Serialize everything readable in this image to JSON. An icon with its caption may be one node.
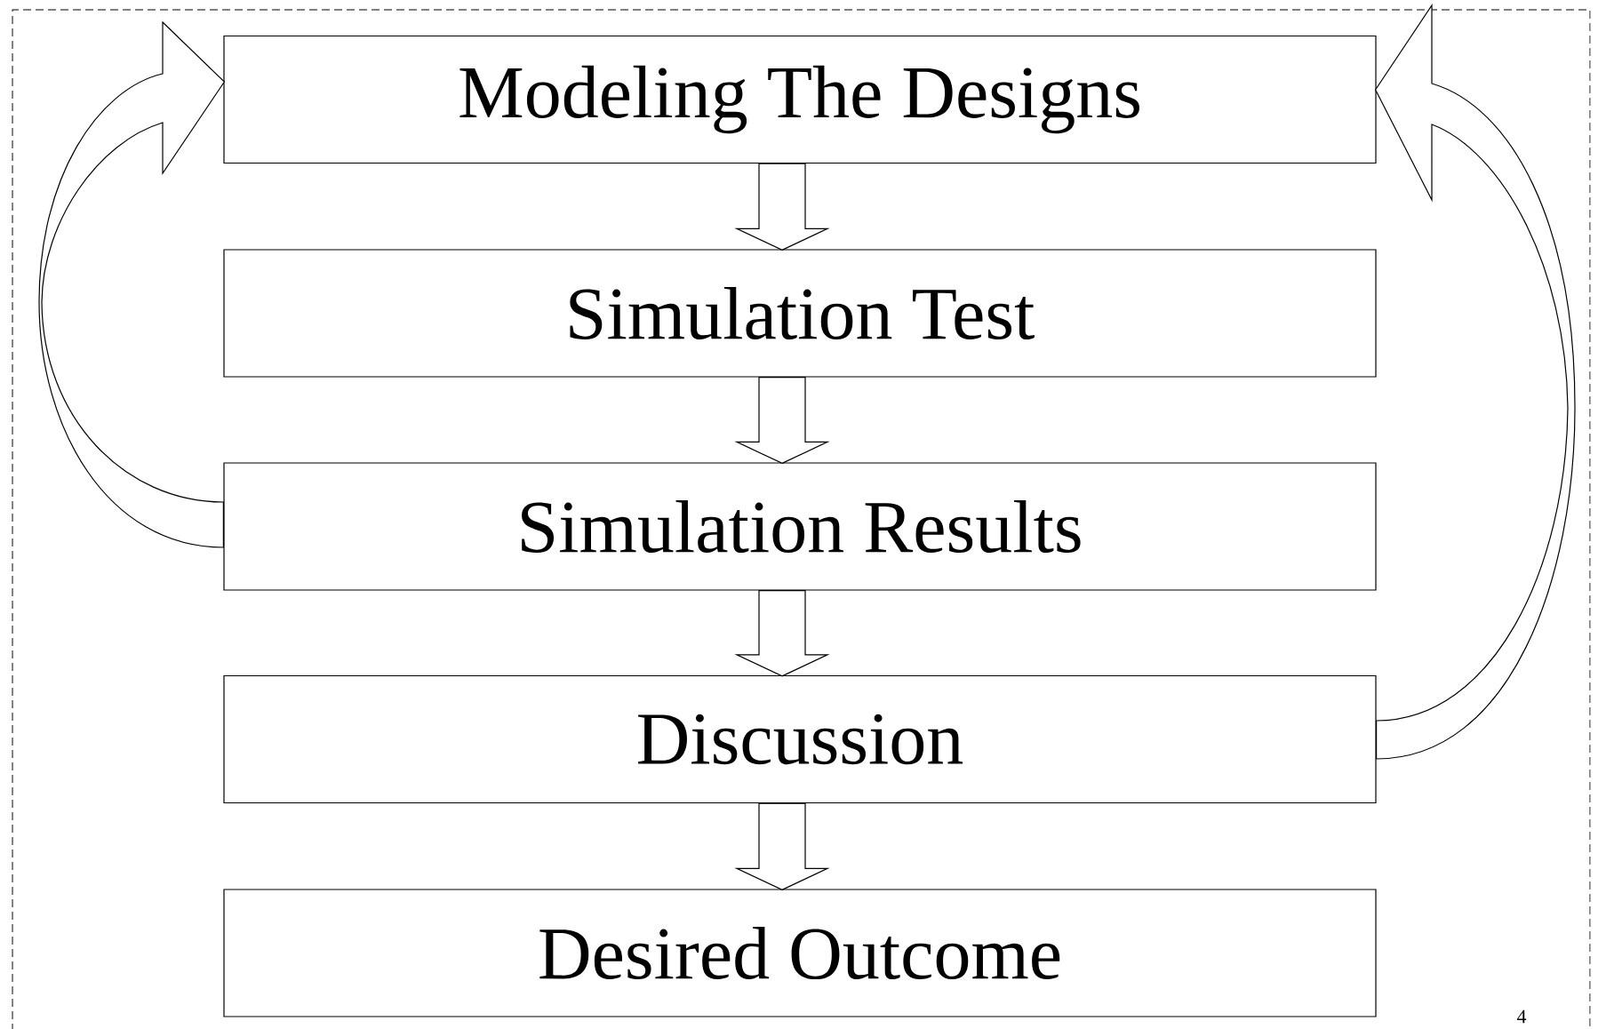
{
  "diagram": {
    "nodes": [
      {
        "text": [
          "Modeling The Designs"
        ]
      },
      {
        "text": [
          "Simulation Test"
        ]
      },
      {
        "text": [
          "Simulation Results"
        ]
      },
      {
        "text": [
          "Discussion"
        ]
      },
      {
        "text": [
          "Desired Outcome"
        ]
      }
    ],
    "edges": [
      {
        "from": 0,
        "to": 1,
        "arrow": "to"
      },
      {
        "from": 1,
        "to": 2,
        "arrow": "to"
      },
      {
        "from": 2,
        "to": 3,
        "arrow": "to"
      },
      {
        "from": 3,
        "to": 4,
        "arrow": "to"
      },
      {
        "from": 2,
        "to": 0,
        "arrow": "to"
      },
      {
        "from": 3,
        "to": 0,
        "arrow": "to"
      }
    ],
    "labels": [
      "4"
    ]
  }
}
